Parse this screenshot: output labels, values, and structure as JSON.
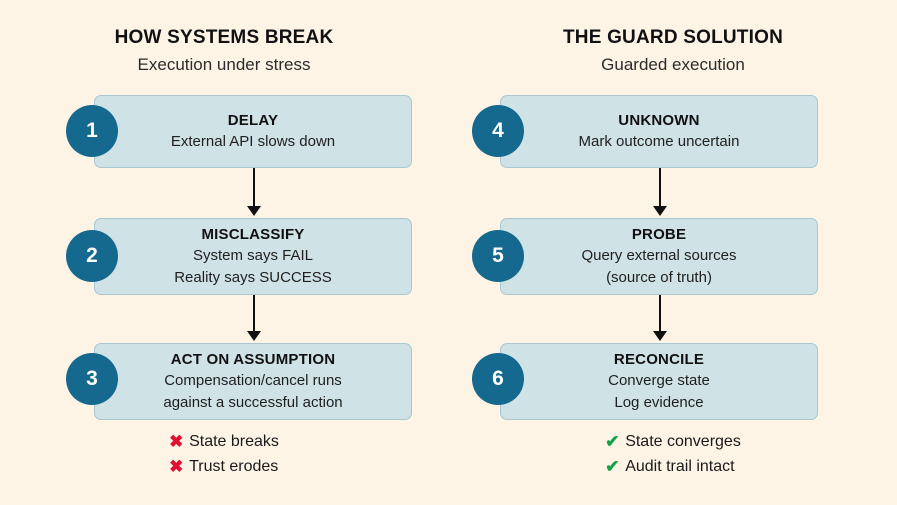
{
  "theme": {
    "background": "#fdf4e6",
    "box_fill": "#cfe2e6",
    "box_border": "#a9c7cf",
    "badge_fill": "#15688e",
    "badge_text": "#ffffff",
    "text": "#111111",
    "fail_mark_color": "#e01030",
    "pass_mark_color": "#11a24a"
  },
  "columns": [
    {
      "id": "how-systems-break",
      "title": "HOW SYSTEMS BREAK",
      "subtitle": "Execution under stress",
      "steps": [
        {
          "number": "1",
          "title": "DELAY",
          "lines": [
            "External API slows down"
          ]
        },
        {
          "number": "2",
          "title": "MISCLASSIFY",
          "lines": [
            "System says FAIL",
            "Reality says SUCCESS"
          ]
        },
        {
          "number": "3",
          "title": "ACT ON ASSUMPTION",
          "lines": [
            "Compensation/cancel runs",
            "against a successful action"
          ]
        }
      ],
      "outcomes": [
        {
          "mark": "cross-icon",
          "glyph": "✖",
          "label": "State breaks"
        },
        {
          "mark": "cross-icon",
          "glyph": "✖",
          "label": "Trust erodes"
        }
      ]
    },
    {
      "id": "the-guard-solution",
      "title": "THE GUARD SOLUTION",
      "subtitle": "Guarded execution",
      "steps": [
        {
          "number": "4",
          "title": "UNKNOWN",
          "lines": [
            "Mark outcome uncertain"
          ]
        },
        {
          "number": "5",
          "title": "PROBE",
          "lines": [
            "Query external sources",
            "(source of truth)"
          ]
        },
        {
          "number": "6",
          "title": "RECONCILE",
          "lines": [
            "Converge state",
            "Log evidence"
          ]
        }
      ],
      "outcomes": [
        {
          "mark": "check-icon",
          "glyph": "✔",
          "label": "State converges"
        },
        {
          "mark": "check-icon",
          "glyph": "✔",
          "label": "Audit trail intact"
        }
      ]
    }
  ]
}
